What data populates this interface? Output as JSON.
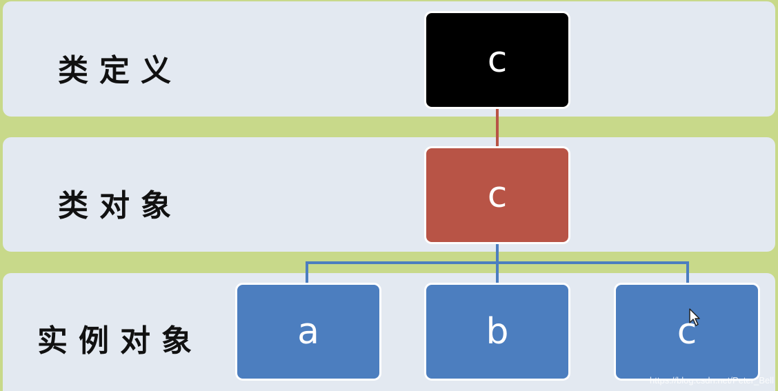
{
  "rows": [
    {
      "label": "类定义"
    },
    {
      "label": "类对象"
    },
    {
      "label": "实例对象"
    }
  ],
  "nodes": {
    "class_definition": "c",
    "class_object": "c",
    "instances": [
      "a",
      "b",
      "c"
    ]
  },
  "watermark": "https://blog.csdn.net/Peter_Bell",
  "colors": {
    "background": "#c8d98a",
    "band": "#e3e9f1",
    "class_definition_fill": "#000000",
    "class_object_fill": "#b85446",
    "instance_fill": "#4c7ebf",
    "red_connector": "#b85446",
    "blue_connector": "#4c7ebf"
  },
  "icons": [
    "mouse-pointer-icon"
  ]
}
